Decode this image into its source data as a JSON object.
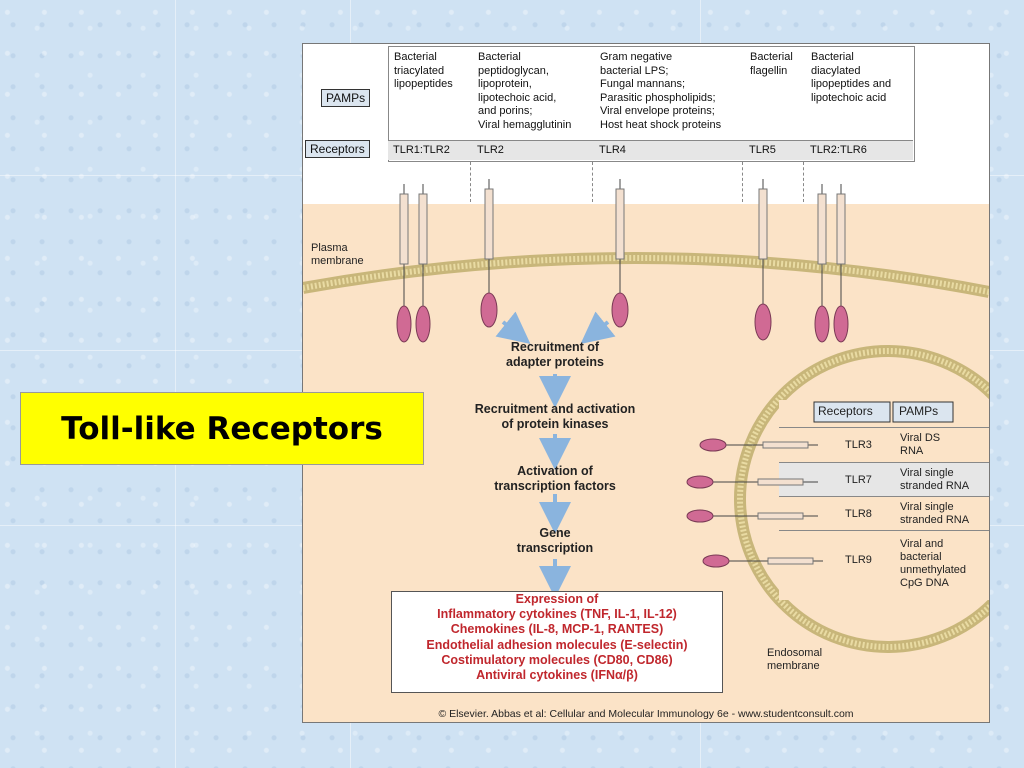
{
  "slide": {
    "title": "Toll-like Receptors"
  },
  "figure": {
    "pamps_label": "PAMPs",
    "receptors_label": "Receptors",
    "pamps": [
      "Bacterial\ntriacylated\nlipopeptides",
      "Bacterial\npeptidoglycan,\nlipoprotein,\nlipotechoic acid,\nand porins;\nViral hemagglutinin",
      "Gram negative\nbacterial LPS;\nFungal mannans;\nParasitic phospholipids;\nViral envelope proteins;\nHost heat shock proteins",
      "Bacterial\nflagellin",
      "Bacterial\ndiacylated\nlipopeptides and\nlipotechoic acid"
    ],
    "receptors": [
      "TLR1:TLR2",
      "TLR2",
      "TLR4",
      "TLR5",
      "TLR2:TLR6"
    ],
    "plasma_membrane_label": "Plasma\nmembrane",
    "steps": [
      "Recruitment of\nadapter proteins",
      "Recruitment and activation\nof protein kinases",
      "Activation of\ntranscription factors",
      "Gene\ntranscription"
    ],
    "expression": [
      "Expression of",
      "Inflammatory cytokines (TNF, IL-1, IL-12)",
      "Chemokines (IL-8, MCP-1, RANTES)",
      "Endothelial adhesion molecules (E-selectin)",
      "Costimulatory molecules (CD80, CD86)",
      "Antiviral cytokines (IFNα/β)"
    ],
    "endosome": {
      "receptors_header": "Receptors",
      "pamps_header": "PAMPs",
      "rows": [
        {
          "tlr": "TLR3",
          "pamp": "Viral DS\nRNA"
        },
        {
          "tlr": "TLR7",
          "pamp": "Viral single\nstranded RNA"
        },
        {
          "tlr": "TLR8",
          "pamp": "Viral single\nstranded RNA"
        },
        {
          "tlr": "TLR9",
          "pamp": "Viral and\nbacterial\nunmethylated\nCpG DNA"
        }
      ],
      "membrane_label": "Endosomal\nmembrane"
    },
    "copyright": "© Elsevier. Abbas et al: Cellular and Molecular Immunology 6e - www.studentconsult.com"
  },
  "colors": {
    "title_bg": "#ffff00",
    "cytoplasm": "#fbe3c7",
    "receptor_body": "#d06a94",
    "arrow": "#8ab4de",
    "expression_text": "#c0272d"
  }
}
